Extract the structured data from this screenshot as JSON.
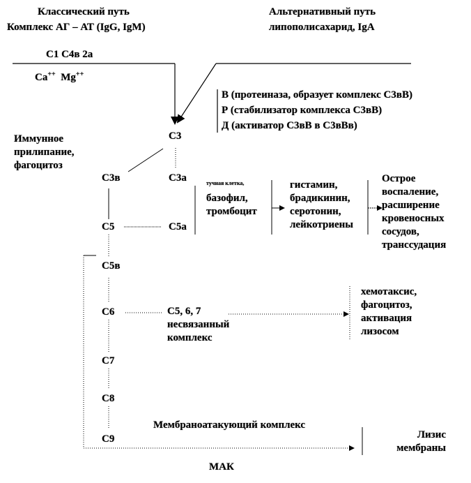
{
  "header": {
    "classic_title": "Классический путь",
    "classic_sub": "Комплекс АГ – АТ (IgG, IgM)",
    "alt_title": "Альтернативный путь",
    "alt_sub": "липополисахарид, IgA"
  },
  "classic": {
    "c1c4": "С1 С4в 2а",
    "ca": "Са",
    "mg": "Mg",
    "ion_sup": "++"
  },
  "factors": [
    "В (протеиназа, образует комплекс С3вВ)",
    "Р (стабилизатор комплекса С3вВ)",
    "Д (активатор С3вВ в С3вВв)"
  ],
  "immune": "Иммунное\nприлипание,\nфагоцитоз",
  "nodes": {
    "c3": "С3",
    "c3b": "С3в",
    "c3a": "С3а",
    "c5": "С5",
    "c5a": "С5а",
    "c5b": "С5в",
    "c6": "С6",
    "c7": "С7",
    "c8": "С8",
    "c9": "С9"
  },
  "cells": {
    "mast": "тучная клетка,",
    "rest": "базофил,\nтромбоцит"
  },
  "mediators": "гистамин,\nбрадикинин,\nсеротонин,\nлейкотриены",
  "inflammation": "Острое\nвоспаление,\nрасширение\nкровеносных\nсосудов,\nтранссудация",
  "c567": "С5, 6, 7\nнесвязанный\nкомплекс",
  "chemotaxis": "хемотаксис,\nфагоцитоз,\nактивация\nлизосом",
  "mac_full": "Мембраноатакующий комплекс",
  "lysis": "Лизис\nмембраны",
  "mac": "МАК"
}
